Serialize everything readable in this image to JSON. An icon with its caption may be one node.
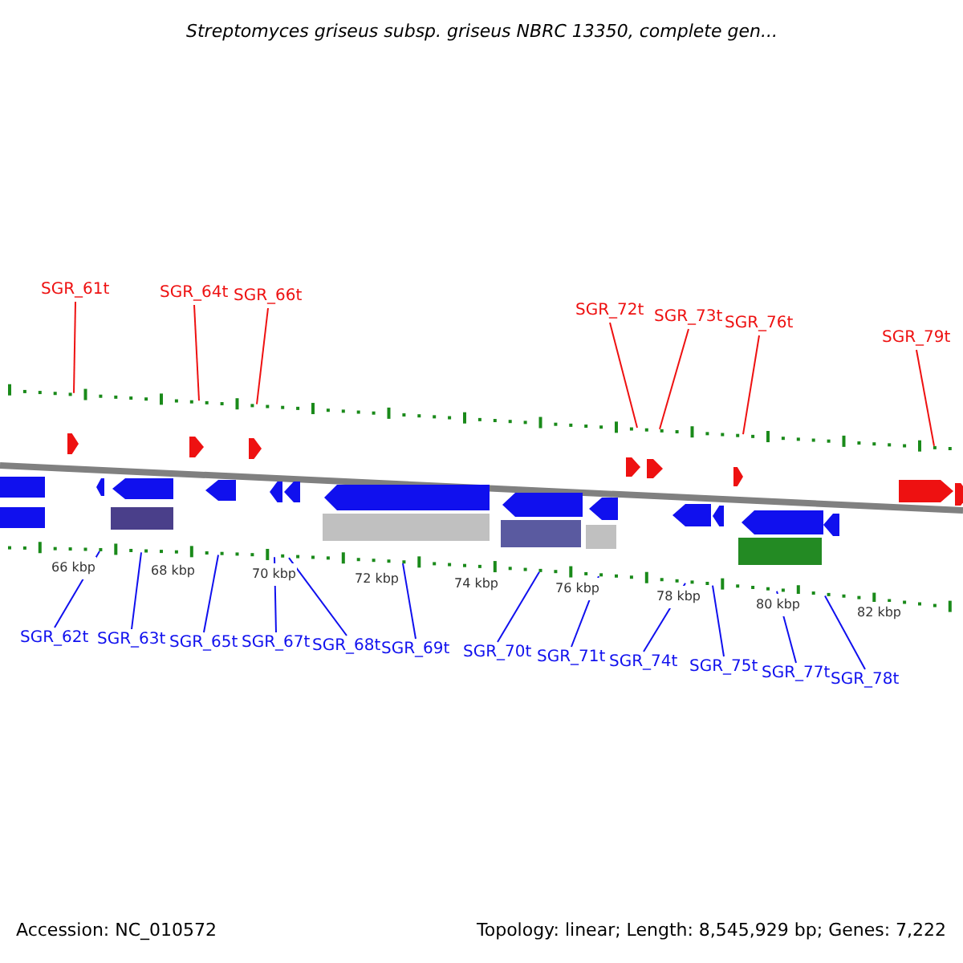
{
  "diagram": {
    "title": "Streptomyces griseus subsp. griseus NBRC 13350, complete gen...",
    "nodes": [
      {
        "text": [
          "SGR_61t"
        ]
      },
      {
        "text": [
          "SGR_64t"
        ]
      },
      {
        "text": [
          "SGR_66t"
        ]
      },
      {
        "text": [
          "SGR_72t"
        ]
      },
      {
        "text": [
          "SGR_73t"
        ]
      },
      {
        "text": [
          "SGR_76t"
        ]
      },
      {
        "text": [
          "SGR_79t"
        ]
      },
      {
        "text": [
          "SGR_62t"
        ]
      },
      {
        "text": [
          "SGR_63t"
        ]
      },
      {
        "text": [
          "SGR_65t"
        ]
      },
      {
        "text": [
          "SGR_67t"
        ]
      },
      {
        "text": [
          "SGR_68t"
        ]
      },
      {
        "text": [
          "SGR_69t"
        ]
      },
      {
        "text": [
          "SGR_70t"
        ]
      },
      {
        "text": [
          "SGR_71t"
        ]
      },
      {
        "text": [
          "SGR_74t"
        ]
      },
      {
        "text": [
          "SGR_75t"
        ]
      },
      {
        "text": [
          "SGR_77t"
        ]
      },
      {
        "text": [
          "SGR_78t"
        ]
      },
      {
        "text": [],
        "shape": "bar"
      },
      {
        "text": [],
        "shape": "bar"
      }
    ],
    "edges": [
      {
        "from": 0,
        "to": 19,
        "arrow": "none",
        "color": "#ee1111"
      },
      {
        "from": 1,
        "to": 19,
        "arrow": "none",
        "color": "#ee1111"
      },
      {
        "from": 2,
        "to": 19,
        "arrow": "none",
        "color": "#ee1111"
      },
      {
        "from": 3,
        "to": 19,
        "arrow": "none",
        "color": "#ee1111"
      },
      {
        "from": 4,
        "to": 19,
        "arrow": "none",
        "color": "#ee1111"
      },
      {
        "from": 5,
        "to": 19,
        "arrow": "none",
        "color": "#ee1111"
      },
      {
        "from": 6,
        "to": 19,
        "arrow": "none",
        "color": "#ee1111"
      },
      {
        "from": 7,
        "to": 20,
        "arrow": "none"
      },
      {
        "from": 8,
        "to": 20,
        "arrow": "none"
      },
      {
        "from": 9,
        "to": 20,
        "arrow": "none"
      },
      {
        "from": 10,
        "to": 20,
        "arrow": "none"
      },
      {
        "from": 11,
        "to": 20,
        "arrow": "none"
      },
      {
        "from": 12,
        "to": 20,
        "arrow": "none"
      },
      {
        "from": 13,
        "to": 20,
        "arrow": "none"
      },
      {
        "from": 14,
        "to": 20,
        "arrow": "none"
      },
      {
        "from": 15,
        "to": 20,
        "arrow": "none"
      },
      {
        "from": 16,
        "to": 20,
        "arrow": "none"
      },
      {
        "from": 17,
        "to": 20,
        "arrow": "none"
      },
      {
        "from": 18,
        "to": 20,
        "arrow": "none"
      }
    ],
    "labels": [
      "66 kbp",
      "68 kbp",
      "70 kbp",
      "72 kbp",
      "74 kbp",
      "76 kbp",
      "78 kbp",
      "80 kbp",
      "82 kbp",
      "Accession: NC_010572",
      "Topology: linear; Length: 8,545,929 bp; Genes: 7,222"
    ]
  }
}
